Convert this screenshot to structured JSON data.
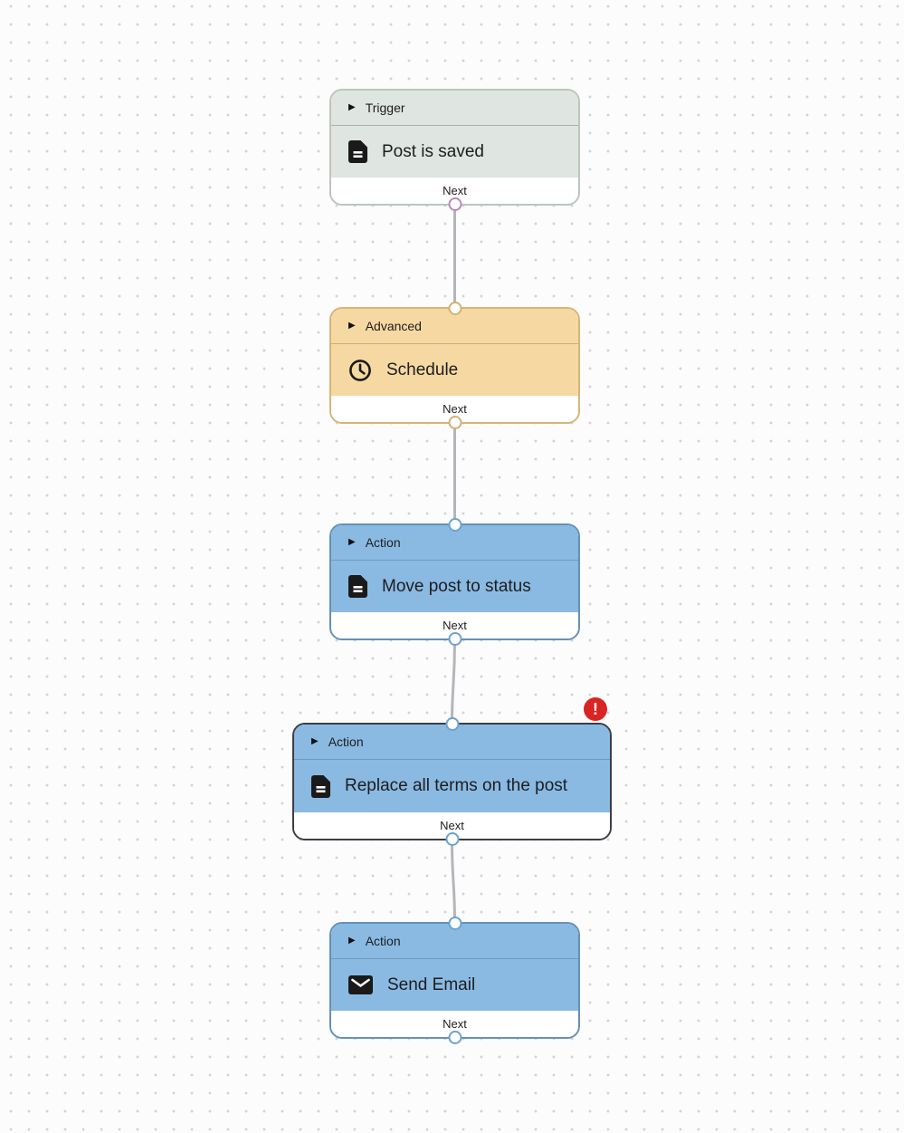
{
  "canvas": {
    "background_color": "#fcfcfd",
    "dot_color": "#d3d3d8",
    "connector_color": "#b5b5ba",
    "error_color": "#d92424"
  },
  "nodes": [
    {
      "category": "Trigger",
      "label": "Post is saved",
      "icon": "document-icon",
      "next_label": "Next",
      "selected": false,
      "error": false,
      "colors": {
        "bg": "#dfe5e0",
        "border": "#bdc5be",
        "port": "#b48cba"
      }
    },
    {
      "category": "Advanced",
      "label": "Schedule",
      "icon": "clock-icon",
      "next_label": "Next",
      "selected": false,
      "error": false,
      "colors": {
        "bg": "#f6d9a2",
        "border": "#d6b578",
        "port": "#d2b077"
      }
    },
    {
      "category": "Action",
      "label": "Move post to status",
      "icon": "document-icon",
      "next_label": "Next",
      "selected": false,
      "error": false,
      "colors": {
        "bg": "#8abae2",
        "border": "#6391b8",
        "port": "#6ea2cc"
      }
    },
    {
      "category": "Action",
      "label": "Replace all terms on the post",
      "icon": "document-icon",
      "next_label": "Next",
      "selected": true,
      "error": true,
      "error_glyph": "!",
      "colors": {
        "bg": "#8abae2",
        "border": "#3d3d44",
        "port": "#6ea2cc"
      }
    },
    {
      "category": "Action",
      "label": "Send Email",
      "icon": "mail-icon",
      "next_label": "Next",
      "selected": false,
      "error": false,
      "colors": {
        "bg": "#8abae2",
        "border": "#6391b8",
        "port": "#6ea2cc"
      }
    }
  ]
}
